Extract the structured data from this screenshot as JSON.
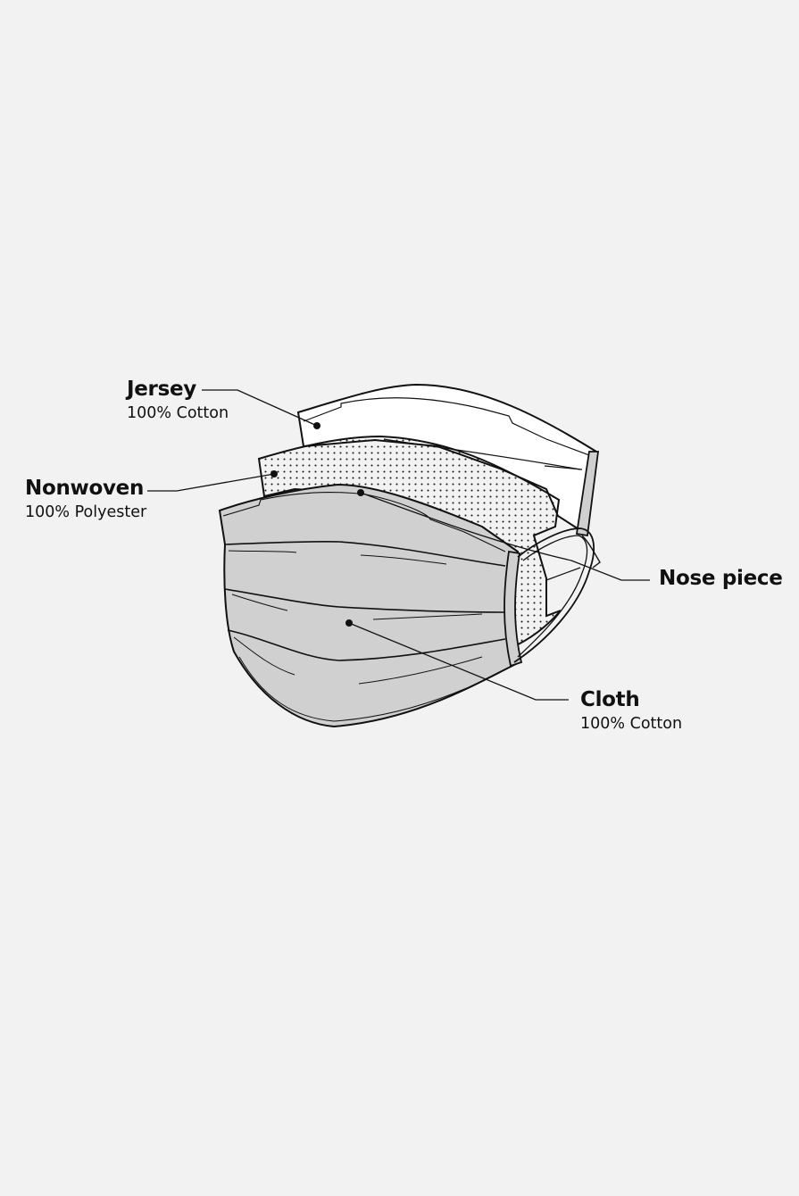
{
  "labels": {
    "jersey": {
      "title": "Jersey",
      "material": "100% Cotton"
    },
    "nonwoven": {
      "title": "Nonwoven",
      "material": "100% Polyester"
    },
    "nose_piece": {
      "title": "Nose piece"
    },
    "cloth": {
      "title": "Cloth",
      "material": "100% Cotton"
    }
  },
  "colors": {
    "background": "#f1f2f1",
    "cloth_fill": "#cfd0cf",
    "ink": "#111111",
    "white_layer": "#ffffff"
  }
}
